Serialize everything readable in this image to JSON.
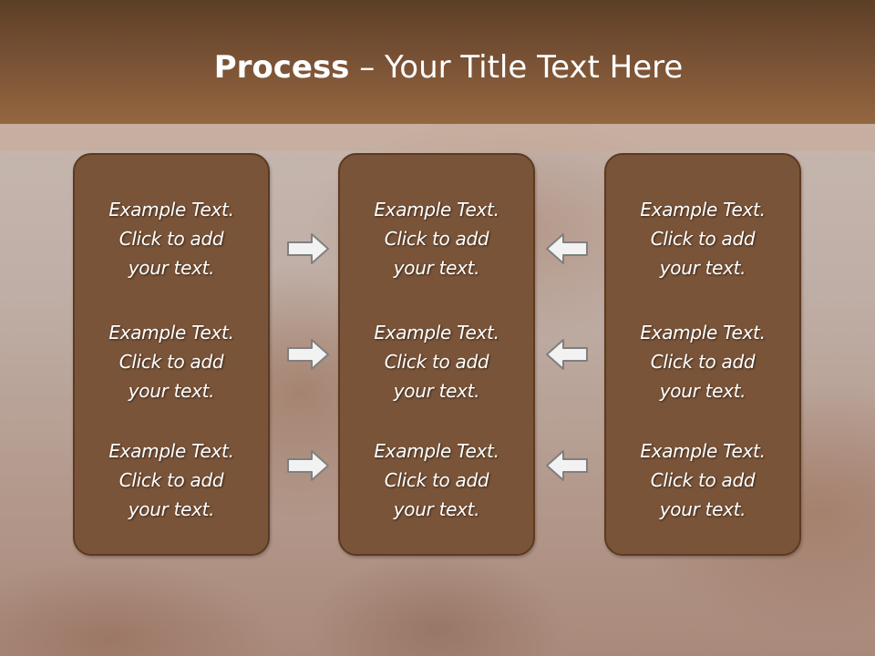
{
  "title": {
    "bold": "Process",
    "rest": " – Your Title Text Here"
  },
  "columns": [
    {
      "items": [
        {
          "line1": "Example Text.",
          "line2": "Click  to add",
          "line3": "your text."
        },
        {
          "line1": "Example Text.",
          "line2": "Click  to add",
          "line3": "your text."
        },
        {
          "line1": "Example Text.",
          "line2": "Click  to add",
          "line3": "your text."
        }
      ]
    },
    {
      "items": [
        {
          "line1": "Example Text.",
          "line2": "Click  to add",
          "line3": "your text."
        },
        {
          "line1": "Example Text.",
          "line2": "Click  to add",
          "line3": "your text."
        },
        {
          "line1": "Example Text.",
          "line2": "Click  to add",
          "line3": "your text."
        }
      ]
    },
    {
      "items": [
        {
          "line1": "Example Text.",
          "line2": "Click  to add",
          "line3": "your text."
        },
        {
          "line1": "Example Text.",
          "line2": "Click  to add",
          "line3": "your text."
        },
        {
          "line1": "Example Text.",
          "line2": "Click  to add",
          "line3": "your text."
        }
      ]
    }
  ],
  "arrows": {
    "left_group": "arrow-right-icon",
    "right_group": "arrow-left-icon"
  },
  "colors": {
    "header": "#7a5235",
    "box_fill": "#7a5438",
    "box_border": "#5c3a22",
    "arrow_fill": "#f2f2f2",
    "arrow_stroke": "#7f7f7f"
  }
}
